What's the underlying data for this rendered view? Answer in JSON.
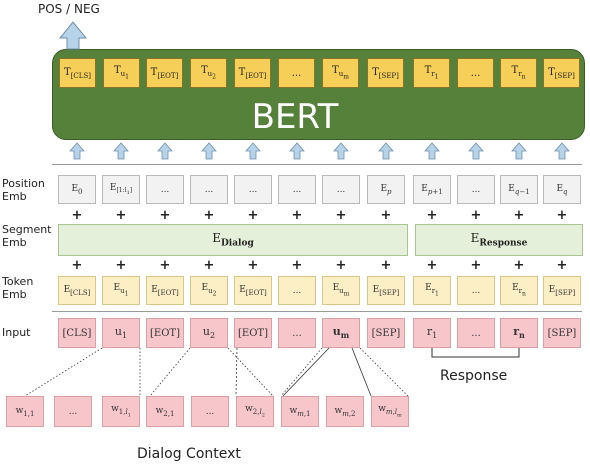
{
  "output_label": "POS / NEG",
  "bert_title": "BERT",
  "row_labels": {
    "position": [
      "Position",
      "Emb"
    ],
    "segment": [
      "Segment",
      "Emb"
    ],
    "token": [
      "Token",
      "Emb"
    ],
    "input": "Input"
  },
  "transformer_outputs": [
    "T[CLS]",
    "Tu1",
    "T[EOT]",
    "Tu2",
    "T[EOT]",
    "...",
    "Tum",
    "T[SEP]",
    "Tr1",
    "...",
    "Trn",
    "T[SEP]"
  ],
  "position_embeddings": [
    "E0",
    "E[1:l1]",
    "...",
    "...",
    "...",
    "...",
    "...",
    "Ep",
    "Ep+1",
    "...",
    "Eq-1",
    "Eq"
  ],
  "segment_embeddings": {
    "dialog": "EDialog",
    "response": "EResponse"
  },
  "token_embeddings": [
    "E[CLS]",
    "Eu1",
    "E[EOT]",
    "Eu2",
    "E[EOT]",
    "...",
    "Eum",
    "E[SEP]",
    "Er1",
    "...",
    "Ern",
    "E[SEP]"
  ],
  "inputs": [
    "[CLS]",
    "u1",
    "[EOT]",
    "u2",
    "[EOT]",
    "...",
    "um",
    "[SEP]",
    "r1",
    "...",
    "rn",
    "[SEP]"
  ],
  "words": [
    "w1,1",
    "...",
    "w1,l1",
    "w2,1",
    "...",
    "w2,l2",
    "wm,1",
    "wm,2",
    "wm,lm"
  ],
  "response_label": "Response",
  "dialog_context_label": "Dialog Context",
  "colors": {
    "bert": "#55813a",
    "transformer_output": "#f6cf58",
    "position_embedding": "#f2f2f2",
    "segment_embedding": "#e4f0d9",
    "token_embedding": "#fcefc6",
    "input": "#f6c6cb",
    "arrow": "#b7d3ea"
  }
}
